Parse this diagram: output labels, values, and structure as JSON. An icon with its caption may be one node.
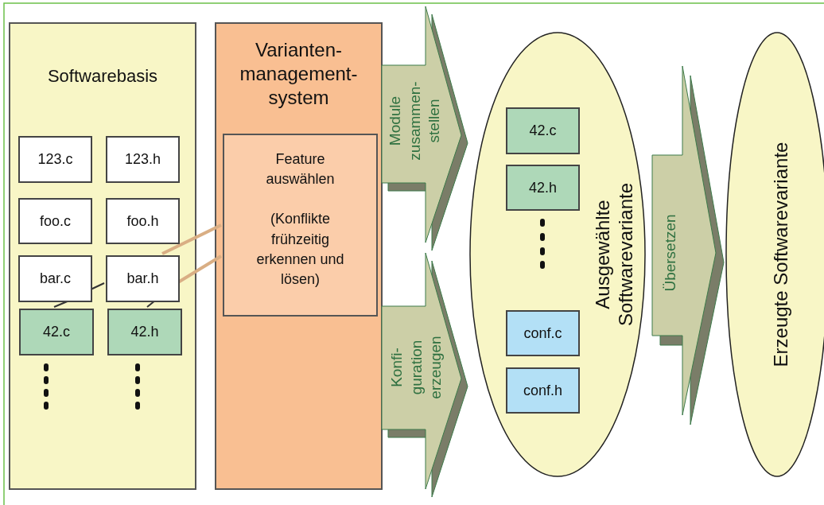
{
  "diagram": {
    "nodes": [
      {
        "text": [
          "Softwarebasis"
        ]
      },
      {
        "text": [
          "123.c"
        ],
        "in": 0
      },
      {
        "text": [
          "123.h"
        ],
        "in": 0
      },
      {
        "text": [
          "foo.c"
        ],
        "in": 0
      },
      {
        "text": [
          "foo.h"
        ],
        "in": 0
      },
      {
        "text": [
          "bar.c"
        ],
        "in": 0
      },
      {
        "text": [
          "bar.h"
        ],
        "in": 0
      },
      {
        "text": [
          "42.c"
        ],
        "in": 0
      },
      {
        "text": [
          "42.h"
        ],
        "in": 0
      },
      {
        "text": [
          "Varianten- management- system"
        ]
      },
      {
        "text": [
          "Feature auswählen",
          "(Konflikte frühzeitig erkennen und lösen)"
        ],
        "in": 9
      },
      {
        "text": [
          "Module zusammen- stellen"
        ]
      },
      {
        "text": [
          "Konfi- guration erzeugen"
        ]
      },
      {
        "text": [
          "Ausgewählte Softwarevariante"
        ]
      },
      {
        "text": [
          "42.c"
        ],
        "in": 13
      },
      {
        "text": [
          "42.h"
        ],
        "in": 13
      },
      {
        "text": [
          "conf.c"
        ],
        "in": 13
      },
      {
        "text": [
          "conf.h"
        ],
        "in": 13
      },
      {
        "text": [
          "Übersetzen"
        ]
      },
      {
        "text": [
          "Erzeugte Softwarevariante"
        ]
      }
    ],
    "edges": [
      {
        "from": 10,
        "to": 6,
        "arrow": "none",
        "color": "#d9ae84",
        "style": "thick"
      },
      {
        "from": 6,
        "to": 5,
        "arrow": "none"
      },
      {
        "from": 5,
        "to": 7,
        "arrow": "none"
      },
      {
        "from": 10,
        "to": 6,
        "arrow": "none",
        "color": "#d9ae84",
        "style": "thick"
      },
      {
        "from": 6,
        "to": 8,
        "arrow": "none"
      }
    ]
  }
}
